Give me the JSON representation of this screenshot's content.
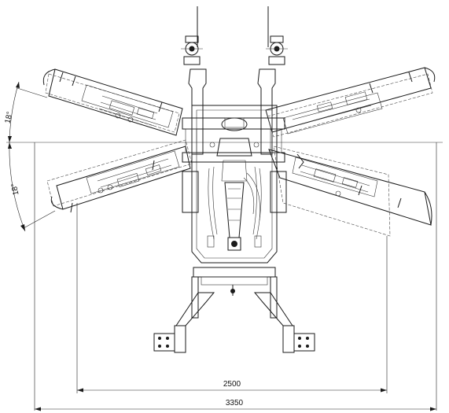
{
  "dimensions": {
    "width_inner": "2500",
    "width_outer": "3350",
    "angle_upper": "18°",
    "angle_lower": "18°"
  }
}
